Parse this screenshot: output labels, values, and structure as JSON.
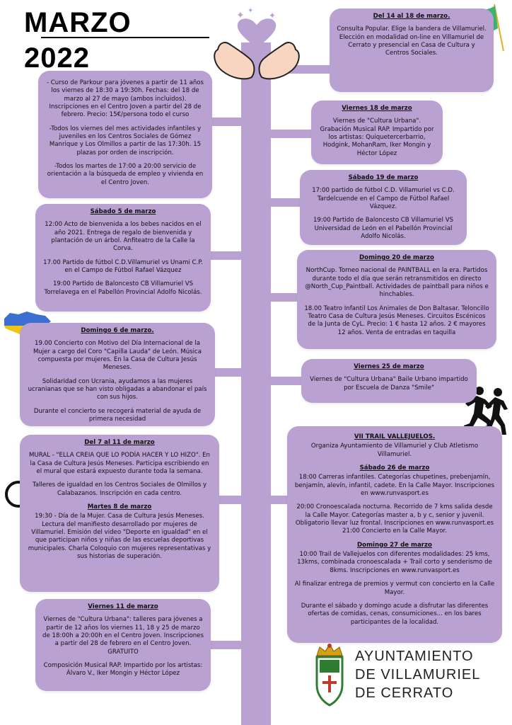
{
  "header": {
    "month": "MARZO",
    "year": "2022"
  },
  "footer": {
    "line1": "AYUNTAMIENTO",
    "line2": "DE VILLAMURIEL",
    "line3": "DE CERRATO"
  },
  "left": [
    {
      "title": "",
      "paras": [
        "- Curso de Parkour para jóvenes a partir de 11 años los viernes de 18:30 a 19:30h. Fechas: del 18 de marzo al 27 de mayo (ambos incluidos). Inscripciones en el Centro Joven a partir del 28 de febrero. Precio: 15€/persona todo el curso",
        "-Todos los viernes del mes actividades infantiles y juveniles en los Centros Sociales de Gómez Manrique y Los Olmillos a partir de las 17:30h. 15 plazas por orden de inscripción.",
        "-Todos los martes de 17:00 a 20:00 servicio de orientación a la búsqueda de empleo y vivienda en el Centro Joven."
      ]
    },
    {
      "title": "Sábado 5 de marzo",
      "paras": [
        "12:00 Acto de bienvenida a los bebes nacidos en el año 2021. Entrega de regalo de bienvenida y plantación de un árbol. Anfiteatro de la Calle la Corva.",
        "17.00 Partido de fútbol C.D.Villamuriel vs Unami C.P. en el Campo de Fútbol Rafael Vázquez",
        "19:00 Partido de Baloncesto CB Villamuriel VS Torrelavega en el Pabellón Provincial Adolfo Nicolás."
      ]
    },
    {
      "title": "Domingo 6 de marzo.",
      "paras": [
        "19.00 Concierto con Motivo del Día Internacional de la Mujer a cargo del Coro \"Capilla Lauda\" de León. Música compuesta por mujeres. En la Casa de Cultura Jesús Meneses.",
        "Solidaridad con Ucrania, ayudamos a las mujeres ucranianas que se han visto obligadas a abandonar el país con sus hijos.",
        "Durante el concierto se recogerá material de ayuda de primera necesidad"
      ]
    },
    {
      "title": "Del 7 al 11 de marzo",
      "paras": [
        "MURAL - \"ELLA CREIA QUE LO PODÍA HACER Y LO HIZO\". En la Casa de Cultura Jesús Meneses. Participa escribiendo en el mural que estará expuesto durante toda la semana.",
        "Talleres de igualdad en los Centros Sociales de Olmillos y Calabazanos. Inscripción en cada centro."
      ],
      "sub": "Martes 8 de marzo",
      "sub_paras": [
        "19:30 - Día de la Mujer. Casa de Cultura Jesús Meneses. Lectura del manifiesto desarrollado por mujeres de Villamuriel. Emisión del video \"Deporte en igualdad\" en el que participan niños y niñas de las escuelas deportivas municipales. Charla Coloquio con mujeres representativas y sus historias de superación."
      ]
    },
    {
      "title": "Viernes 11 de marzo",
      "paras": [
        "Viernes de \"Cultura Urbana\": talleres para jóvenes a partir de 12 años los viernes 11, 18 y 25 de marzo de 18:00h a 20:00h en el Centro Joven. Inscripciones a partir del 28 de febrero en el Centro Joven. GRATUITO",
        "Composición Musical RAP. Impartido por los artistas: Álvaro V., Iker Mongin y Héctor López"
      ]
    }
  ],
  "right": [
    {
      "title": "Del 14 al 18 de marzo.",
      "paras": [
        "Consulta Popular. Elige la bandera de Villamuriel. Elección en modalidad on-line en Villamuriel de Cerrato y presencial en Casa de Cultura y Centros Sociales."
      ]
    },
    {
      "title": "Viernes 18 de marzo",
      "paras": [
        "Viernes de \"Cultura Urbana\". Grabación Musical RAP. Impartido por los artistas: Quiquetercerbarrio, Hodgink, MohanRam, Iker Mongin y Héctor López"
      ]
    },
    {
      "title": "Sábado 19 de marzo",
      "paras": [
        "17:00 partido de fútbol C.D. Villamuriel vs C.D. Tardelcuende en el Campo de Fútbol Rafael Vázquez.",
        "19:00 Partido de Baloncesto CB Villamuriel VS Universidad de León en el Pabellón Provincial Adolfo Nicolás."
      ]
    },
    {
      "title": "Domingo 20 de marzo",
      "paras": [
        "NorthCup. Torneo nacional de PAINTBALL en la era. Partidos durante todo el día que serán retransmitidos en directo @North_Cup_Paintball. Actividades de paintball para niños e hinchables.",
        "18.00 Teatro Infantil Los Animales de Don Baltasar. Teloncillo Teatro Casa de Cultura Jesús Meneses. Circuitos Escénicos de la Junta de CyL. Precio: 1 € hasta 12 años. 2 € mayores 12 años. Venta de entradas en taquilla"
      ]
    },
    {
      "title": "Viernes 25 de marzo",
      "paras": [
        "Viernes de \"Cultura Urbana\" Baile Urbano impartido por Escuela de Danza \"Smile\""
      ]
    },
    {
      "title": "VII TRAIL VALLEJUELOS.",
      "paras": [
        "Organiza Ayuntamiento de Villamuriel y Club Atletismo Villamuriel."
      ],
      "sub": "Sábado 26 de marzo",
      "sub_paras": [
        "18:00 Carreras infantiles. Categorías chupetines, prebenjamín, benjamín, alevín, infantil, cadete. En la Calle Mayor. Inscripciones en www.runvasport.es",
        "20:00 Cronoescalada nocturna. Recorrido de 7 kms salida desde la Calle Mayor. Categorías master a, b y c, senior y juvenil. Obligatorio llevar luz frontal. Inscripciones en www.runvasport.es 21:00 Concierto en la Calle Mayor."
      ],
      "sub2": "Domingo 27 de marzo",
      "sub2_paras": [
        "10:00 Trail de Vallejuelos con diferentes modalidades: 25 kms, 13kms, combinada cronoescalada + Trail corto y senderismo de 8kms. Inscripciones en www.runvasport.es",
        "Al finalizar entrega de premios y vermut con concierto en la Calle Mayor.",
        "Durante el sábado y domingo acude a disfrutar las diferentes ofertas de comidas, cenas, consumiciones... en los bares participantes de la localidad."
      ]
    }
  ],
  "colors": {
    "card": "#b9a1d2",
    "ukraine_blue": "#3b6fd1",
    "ukraine_yellow": "#f1c40f",
    "flag_green": "#3cb371"
  },
  "icons": [
    "heart-hands-icon",
    "flag-icon",
    "ukraine-map-icon",
    "female-symbol-icon",
    "runners-icon",
    "coat-of-arms-icon"
  ]
}
